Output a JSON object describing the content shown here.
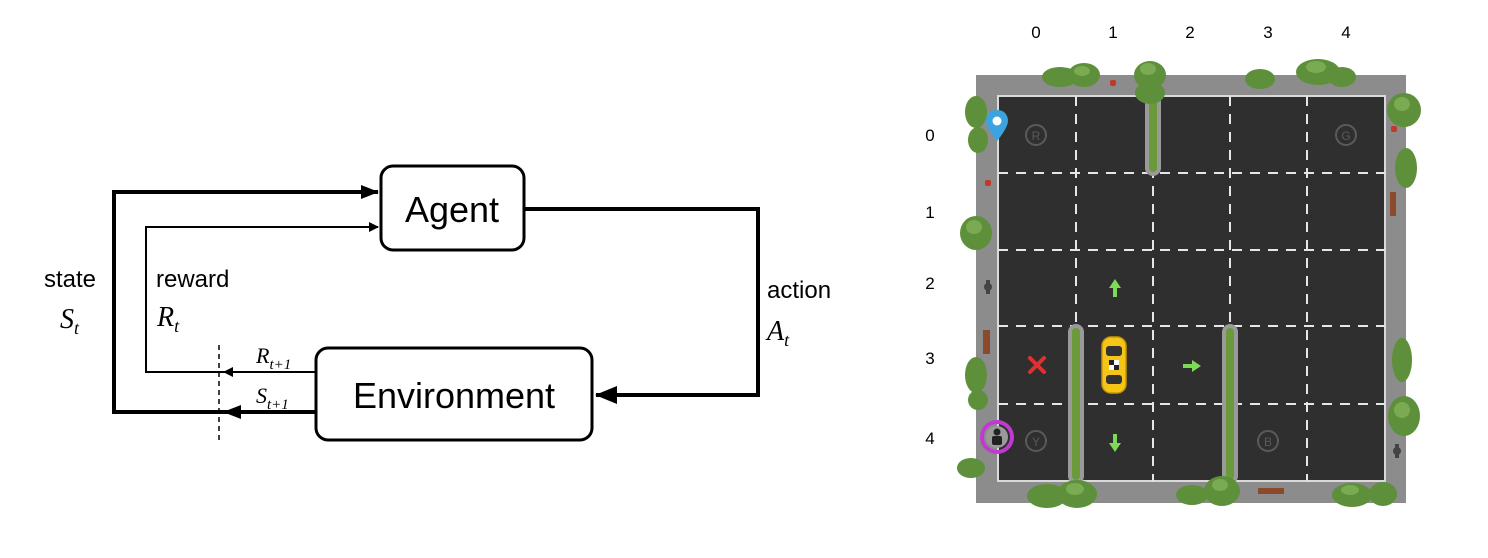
{
  "rl_loop": {
    "agent_label": "Agent",
    "environment_label": "Environment",
    "state_label": "state",
    "state_symbol": "S",
    "state_sub": "t",
    "reward_label": "reward",
    "reward_symbol": "R",
    "reward_sub": "t",
    "action_label": "action",
    "action_symbol": "A",
    "action_sub": "t",
    "next_reward_symbol": "R",
    "next_reward_sub": "t+1",
    "next_state_symbol": "S",
    "next_state_sub": "t+1"
  },
  "taxi_grid": {
    "columns": [
      "0",
      "1",
      "2",
      "3",
      "4"
    ],
    "rows": [
      "0",
      "1",
      "2",
      "3",
      "4"
    ],
    "locations": {
      "r": "R",
      "g": "G",
      "y": "Y",
      "b": "B"
    },
    "colors": {
      "road": "#2f2f2f",
      "border": "#8a8a8a",
      "wall": "#6a9a3a",
      "tree": "#5e8f3a",
      "arrow": "#7ed957",
      "cross": "#e03030",
      "taxi": "#f5c518",
      "destination_pin": "#3ba3e0",
      "passenger_ring": "#c03ad0"
    }
  }
}
